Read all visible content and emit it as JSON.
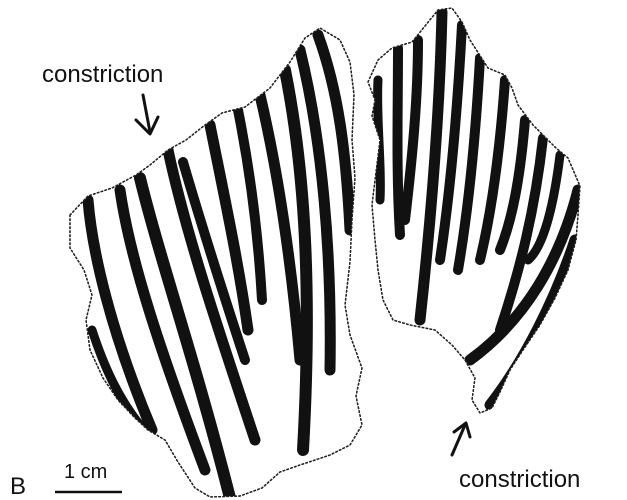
{
  "labels": {
    "constriction_top": "constriction",
    "constriction_bottom": "constriction",
    "panel": "B",
    "scale_bar": "1 cm"
  },
  "colors": {
    "stripe": "#111111",
    "background": "#ffffff",
    "outline": "#222222"
  }
}
